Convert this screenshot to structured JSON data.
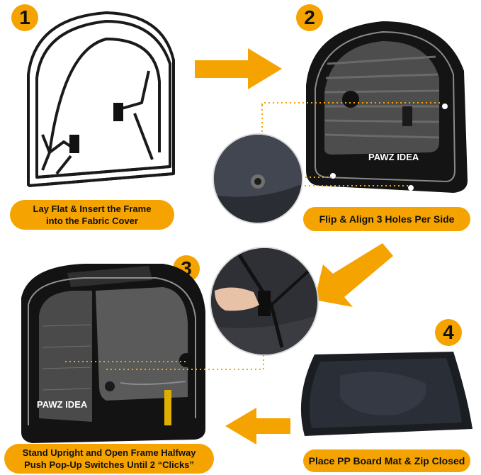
{
  "steps": [
    {
      "number": "1",
      "caption_lines": [
        "Lay Flat & Insert the Frame",
        "into the Fabric Cover"
      ]
    },
    {
      "number": "2",
      "caption_lines": [
        "Flip & Align 3 Holes Per Side"
      ]
    },
    {
      "number": "3",
      "caption_lines": [
        "Stand Upright and Open Frame Halfway",
        "Push Pop-Up Switches Until 2 “Clicks”"
      ]
    },
    {
      "number": "4",
      "caption_lines": [
        "Place PP Board Mat & Zip Closed"
      ]
    }
  ],
  "brand": {
    "logo_text": "PAWZ IDEA",
    "side_label": "PAWZ IDEA"
  },
  "colors": {
    "accent": "#f5a300",
    "product": "#111111",
    "mesh": "#555555",
    "arrow": "#f5a300"
  },
  "icons": [
    "arrow-right-icon",
    "arrow-down-left-icon",
    "arrow-left-icon"
  ]
}
